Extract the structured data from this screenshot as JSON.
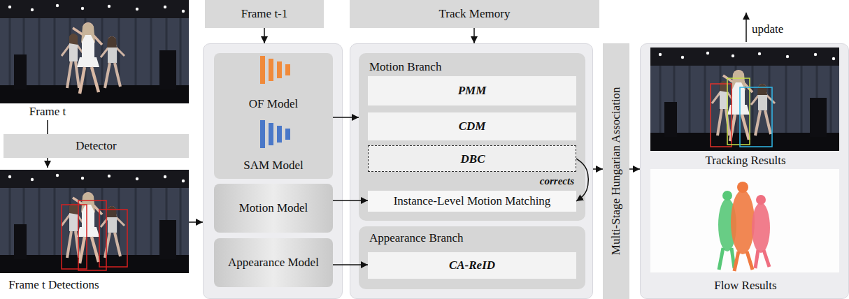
{
  "diagram": {
    "nodes": [
      {
        "text": [
          "Frame t"
        ]
      },
      {
        "text": [
          "Detector"
        ]
      },
      {
        "text": [
          "Frame t Detections"
        ]
      },
      {
        "text": [
          "Frame t-1"
        ]
      },
      {
        "text": [
          "Track Memory"
        ]
      },
      {
        "text": []
      },
      {
        "text": [
          "OF Model",
          "SAM Model"
        ],
        "in": 5
      },
      {
        "text": [
          "Motion Model"
        ],
        "in": 5
      },
      {
        "text": [
          "Appearance Model"
        ],
        "in": 5
      },
      {
        "text": []
      },
      {
        "text": [
          "Motion Branch"
        ],
        "in": 9
      },
      {
        "text": [
          "PMM"
        ],
        "in": 10
      },
      {
        "text": [
          "CDM"
        ],
        "in": 10
      },
      {
        "text": [
          "DBC"
        ],
        "in": 10
      },
      {
        "text": [
          "Instance-Level Motion Matching"
        ],
        "in": 10
      },
      {
        "text": [
          "Appearance Branch"
        ],
        "in": 9
      },
      {
        "text": [
          "CA-ReID"
        ],
        "in": 15
      },
      {
        "text": [
          "Multi-Stage Hungarian Association"
        ]
      },
      {
        "text": []
      },
      {
        "text": [
          "Tracking Results"
        ],
        "in": 18
      },
      {
        "text": [
          "Flow Results"
        ],
        "in": 18
      }
    ],
    "edges": [
      {
        "from": 0,
        "to": 1,
        "arrow": "none"
      },
      {
        "from": 1,
        "to": 2,
        "arrow": "to"
      },
      {
        "from": 2,
        "to": 5,
        "arrow": "to"
      },
      {
        "from": 3,
        "to": 5,
        "arrow": "to"
      },
      {
        "from": 4,
        "to": 9,
        "arrow": "to"
      },
      {
        "from": 6,
        "to": 10,
        "arrow": "to"
      },
      {
        "from": 7,
        "to": 14,
        "arrow": "to"
      },
      {
        "from": 8,
        "to": 16,
        "arrow": "to"
      },
      {
        "from": 13,
        "to": 14,
        "label": "corrects",
        "arrow": "to"
      },
      {
        "from": 9,
        "to": 17,
        "arrow": "to"
      },
      {
        "from": 17,
        "to": 18,
        "arrow": "to"
      }
    ],
    "labels": [
      "update"
    ]
  }
}
